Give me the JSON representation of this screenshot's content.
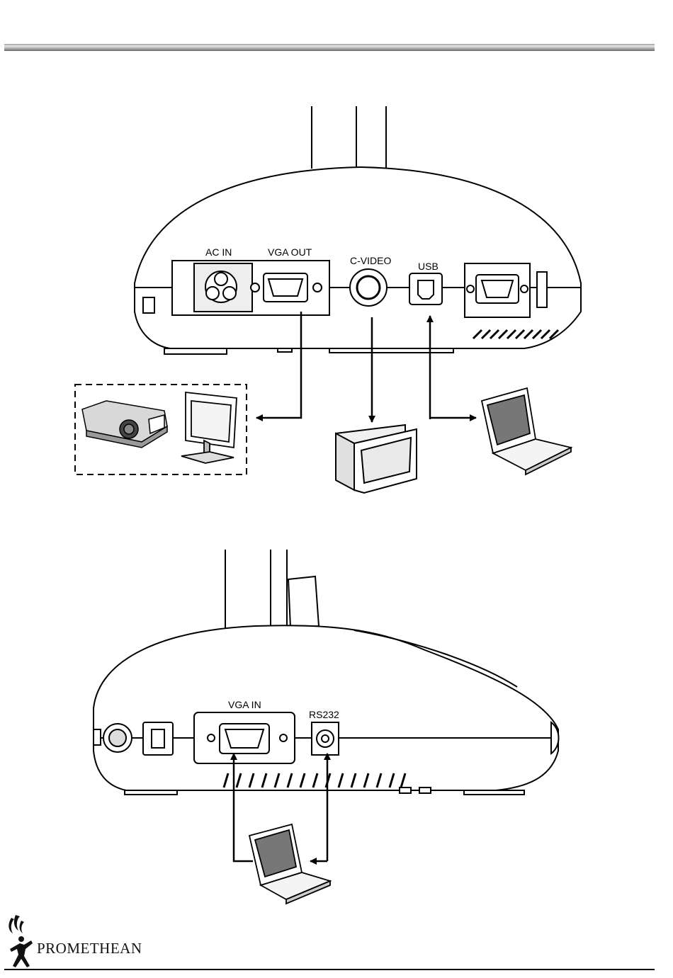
{
  "rear_panel": {
    "labels": {
      "ac_in": "AC IN",
      "vga_out": "VGA OUT",
      "c_video": "C-VIDEO",
      "usb": "USB"
    }
  },
  "side_panel": {
    "labels": {
      "vga_in": "VGA IN",
      "rs232": "RS232"
    }
  },
  "footer": {
    "brand": "PROMETHEAN"
  },
  "icons": [
    "projector-icon",
    "lcd-monitor-icon",
    "crt-tv-icon",
    "laptop-icon",
    "promethean-logo-icon"
  ]
}
